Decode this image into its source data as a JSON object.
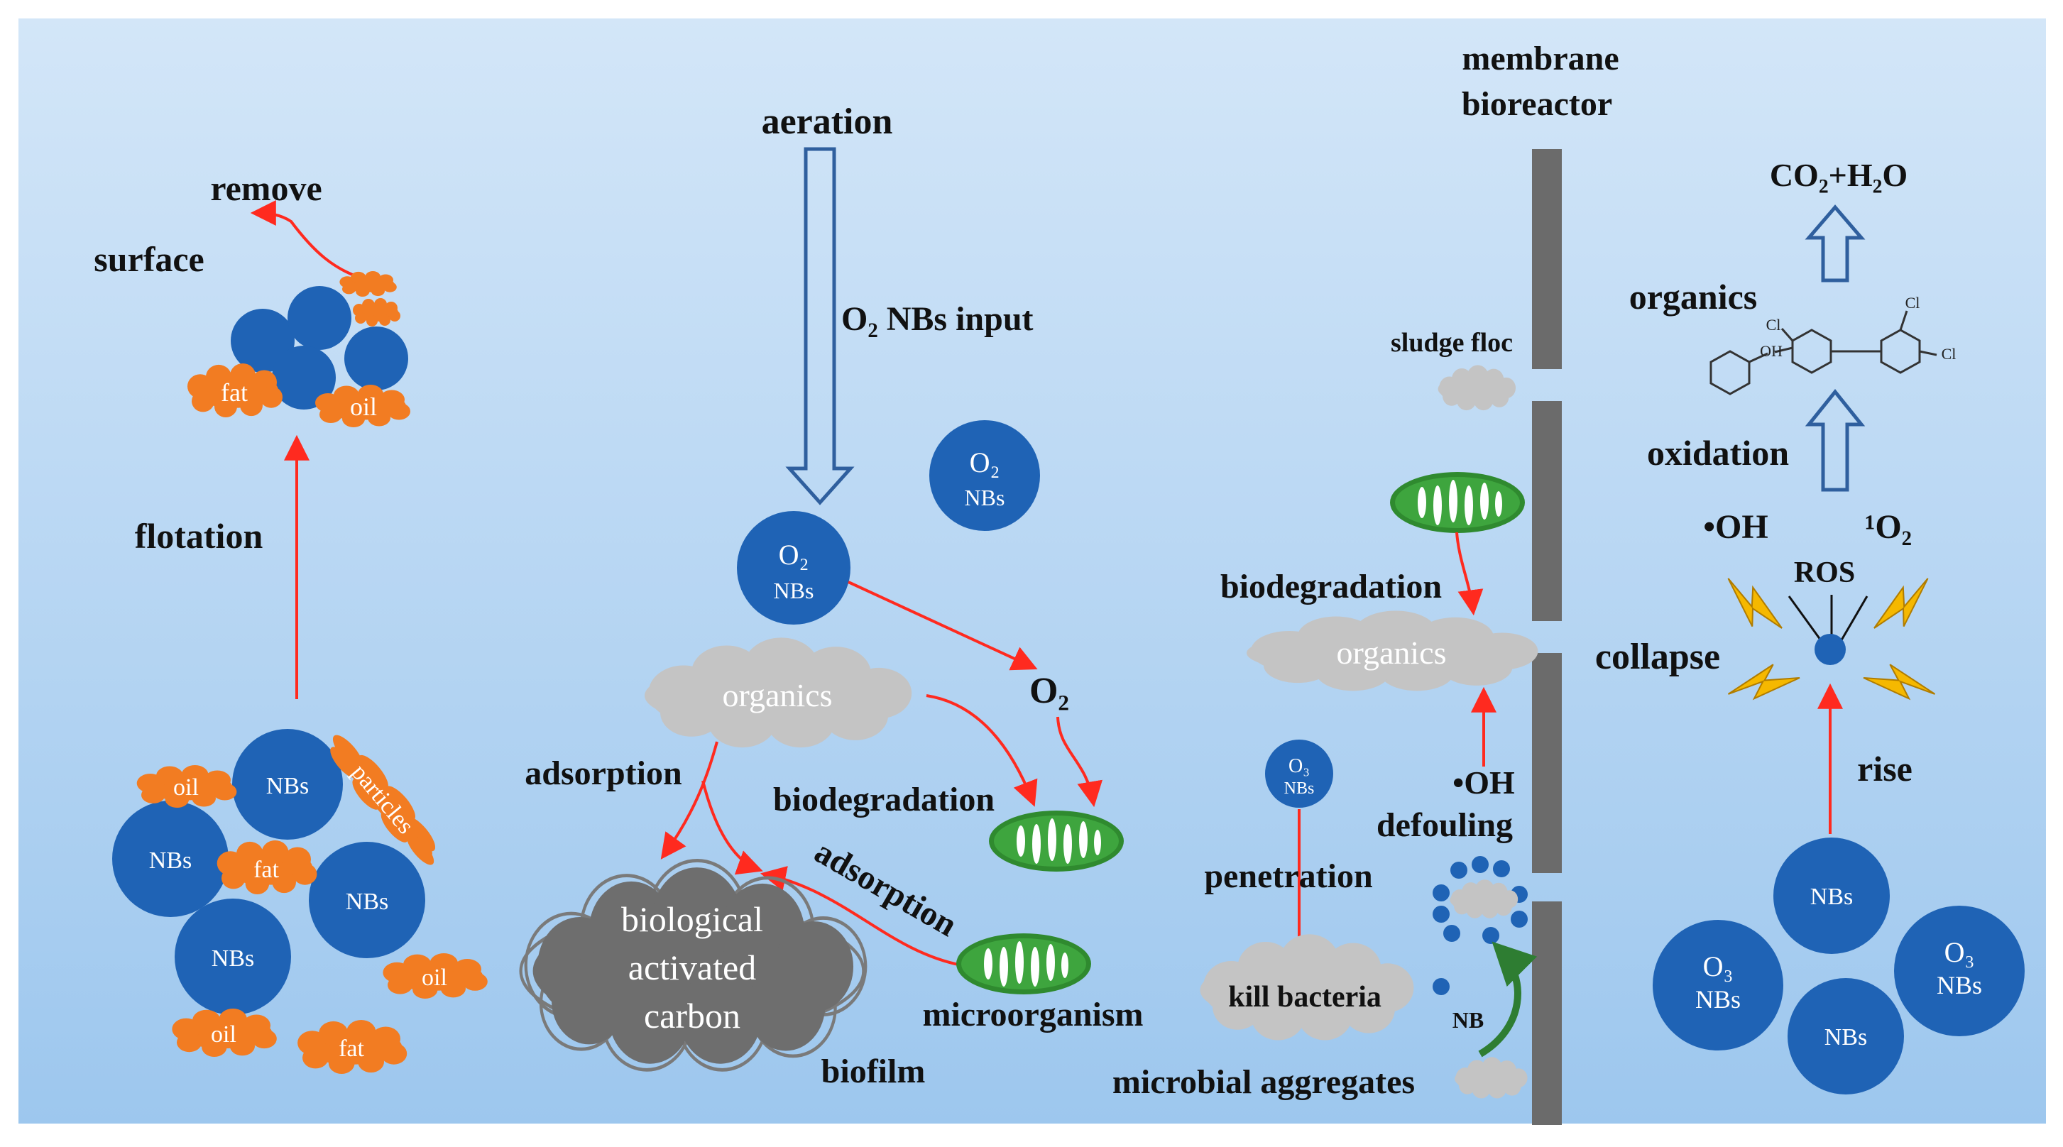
{
  "colors": {
    "background_top": "#cfe3f6",
    "background_bottom": "#9fc8ee",
    "bubble": "#1f63b5",
    "fat_oil": "#f27c22",
    "cloud_light": "#c9c9c9",
    "cloud_dark": "#6e6e6e",
    "microbe": "#2f8a2f",
    "membrane": "#6b6b6b",
    "arrow_red": "#ff2a1f",
    "arrow_blue": "#2f5f9e",
    "lightning": "#f5b800",
    "curve_green": "#2e7d32"
  },
  "flotation": {
    "remove": "remove",
    "surface": "surface",
    "flotation": "flotation",
    "fat": "fat",
    "oil": "oil",
    "particles": "particles",
    "nbs": "NBs"
  },
  "aeration": {
    "aeration": "aeration",
    "input": "O₂ NBs input",
    "o2": "O₂",
    "nbs": "NBs",
    "organics": "organics",
    "adsorption_left": "adsorption",
    "biodegradation": "biodegradation",
    "adsorption_right": "adsorption",
    "bac_line1": "biological",
    "bac_line2": "activated",
    "bac_line3": "carbon",
    "microorganism": "microorganism",
    "biofilm": "biofilm"
  },
  "membrane": {
    "title_line1": "membrane",
    "title_line2": "bioreactor",
    "sludge_floc": "sludge floc",
    "biodegradation": "biodegradation",
    "organics": "organics",
    "oh": "•OH",
    "defouling": "defouling",
    "o3": "O₃",
    "nbs": "NBs",
    "penetration": "penetration",
    "kill_bacteria": "kill bacteria",
    "nb": "NB",
    "microbial_aggregates": "microbial aggregates"
  },
  "ozone": {
    "product": "CO₂+H₂O",
    "organics": "organics",
    "oxidation": "oxidation",
    "oh": "•OH",
    "singlet_o2": "¹O₂",
    "ros": "ROS",
    "collapse": "collapse",
    "rise": "rise",
    "nbs": "NBs",
    "o3": "O₃",
    "cl": "Cl",
    "ohgroup": "OH"
  }
}
